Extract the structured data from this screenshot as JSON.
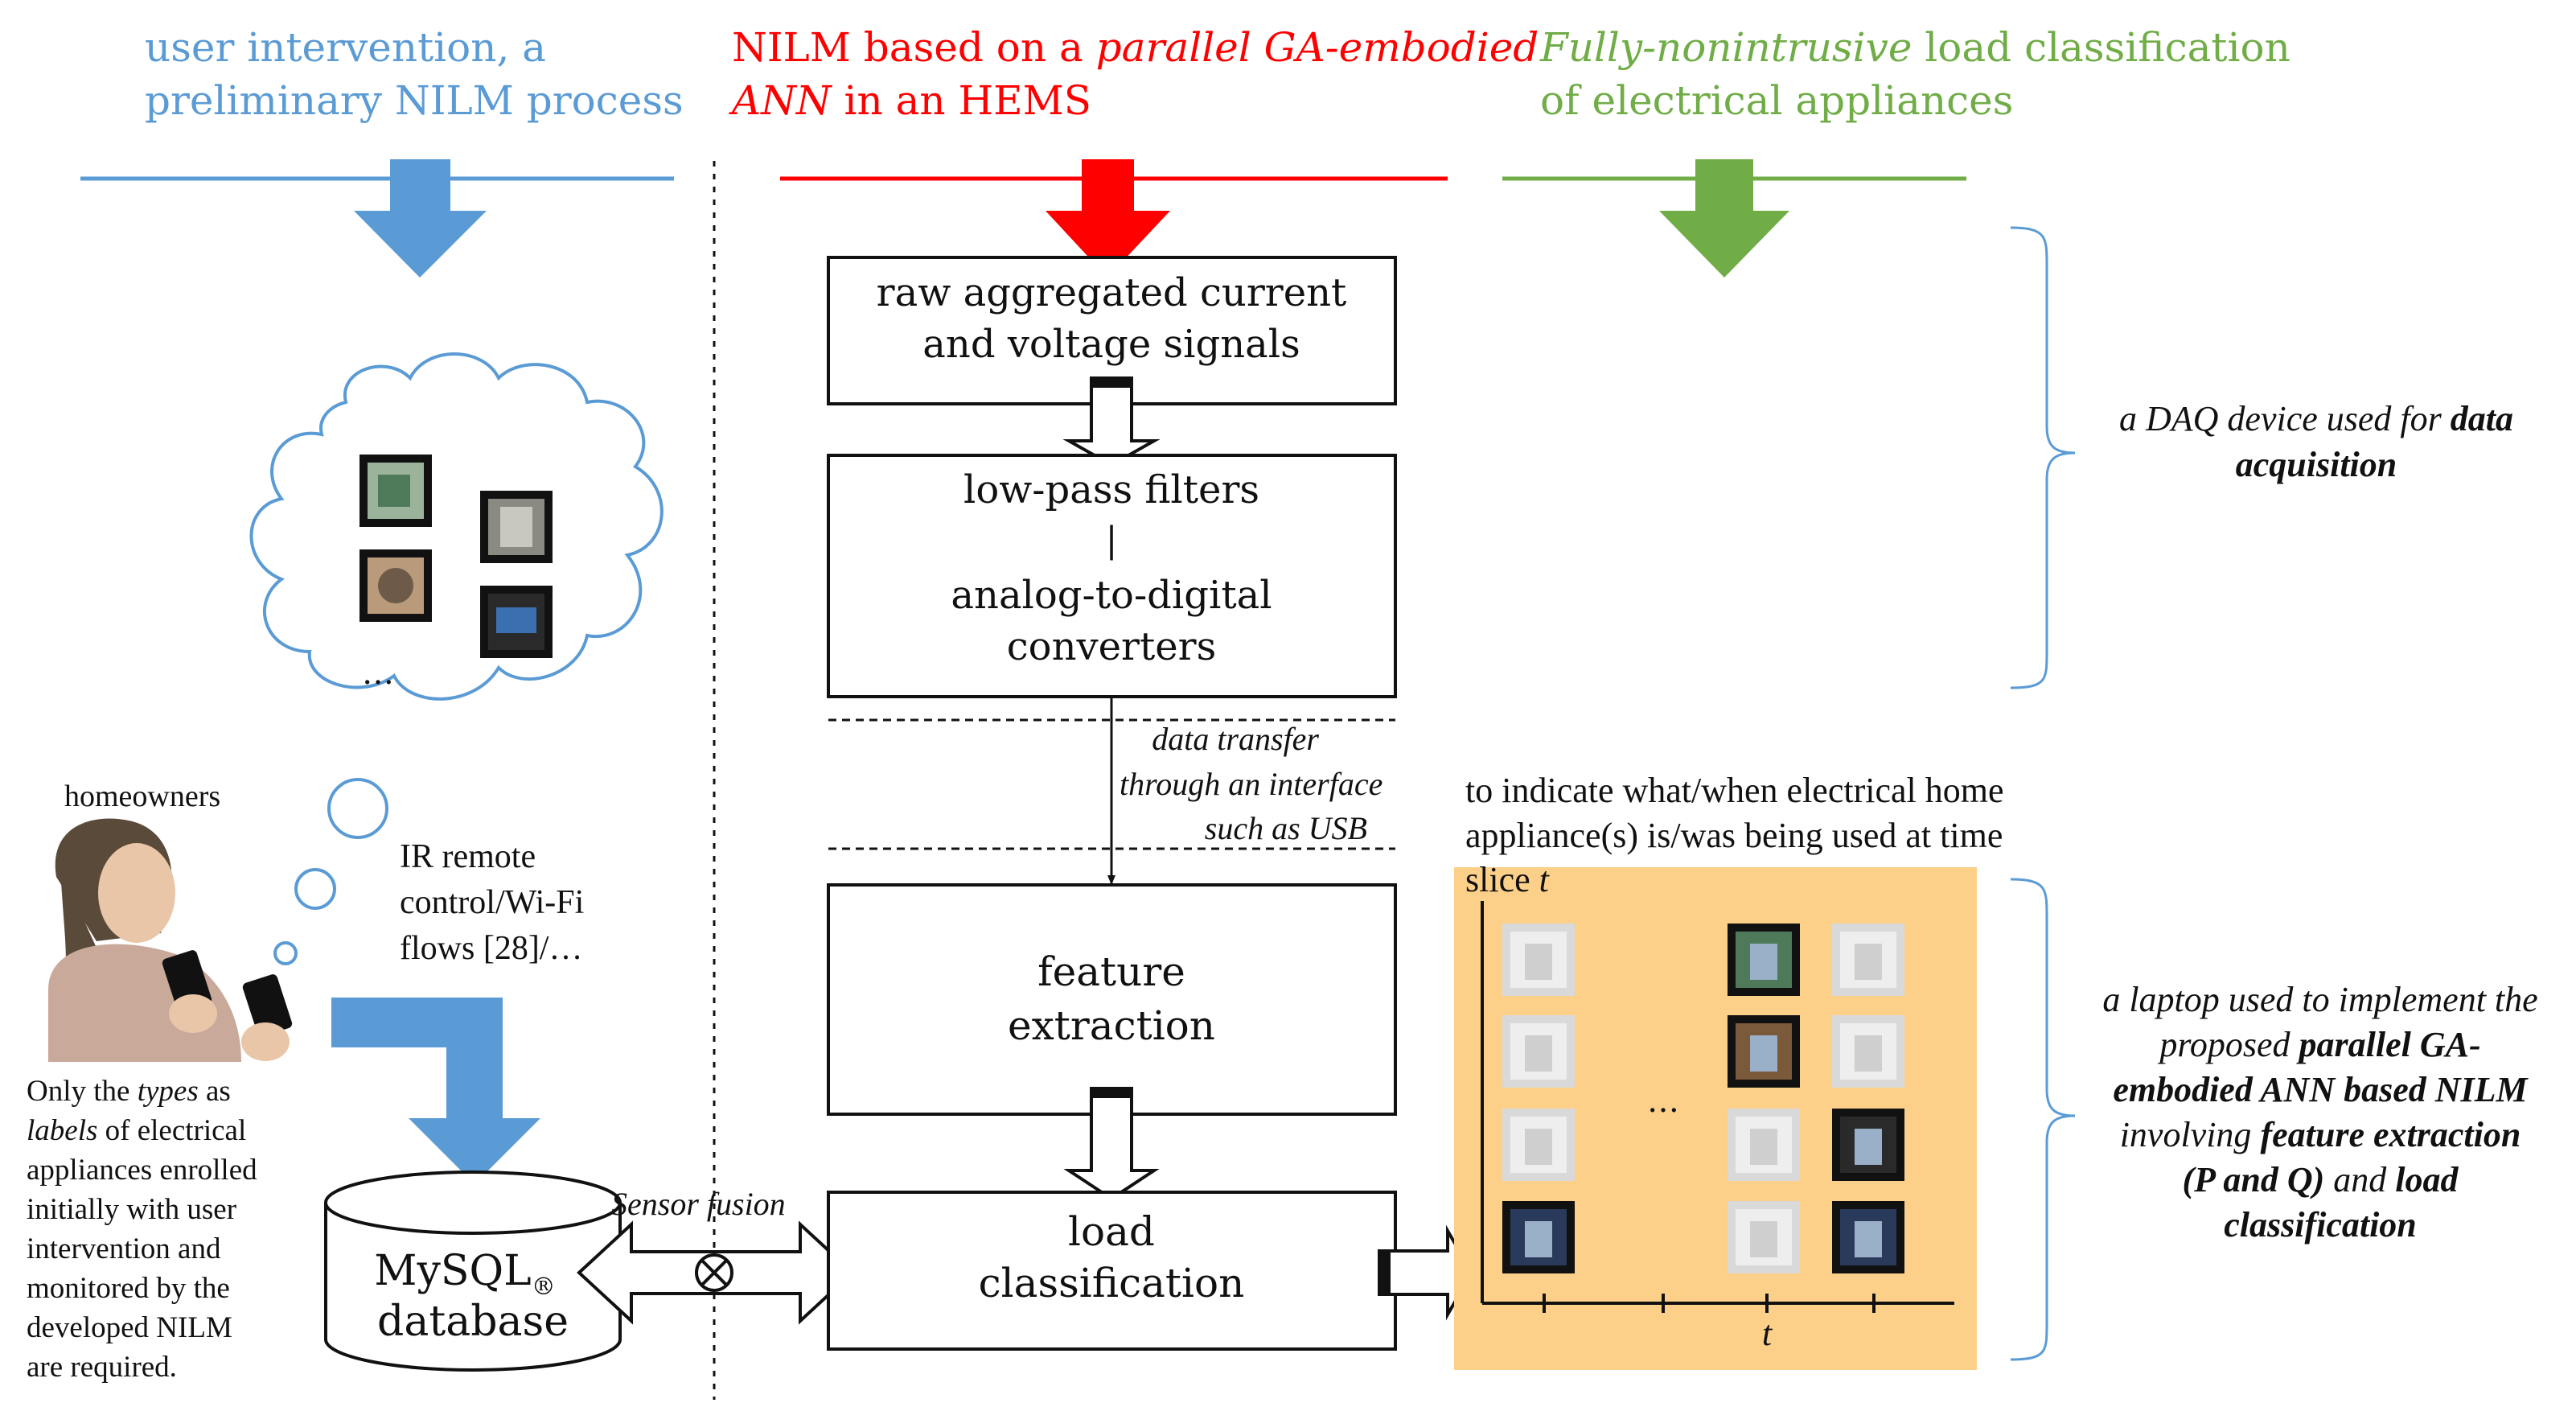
{
  "colors": {
    "blue": "#5b9bd5",
    "red": "#ff0000",
    "green": "#70ad47",
    "panel": "#fdd08a",
    "black": "#111111",
    "gray": "#bfbfbf"
  },
  "headers": {
    "left": {
      "line1": "user intervention, a",
      "line2": "preliminary NILM process"
    },
    "middle": {
      "line1_pre": "NILM based on a ",
      "line1_it": "parallel GA-embodied",
      "line2_it": "ANN",
      "line2_post": " in an HEMS"
    },
    "right": {
      "line1_it": "Fully-nonintrusive",
      "line1_post": " load classification",
      "line2": "of electrical appliances"
    }
  },
  "left": {
    "homeowners": "homeowners",
    "thought_ellipsis": "…",
    "ir_line1": "IR remote",
    "ir_line2": "control/Wi-Fi",
    "ir_line3": "flows [28]/…",
    "note": {
      "l1_pre": "Only the ",
      "l1_it": "types",
      "l1_post": " as",
      "l2_it": "labels",
      "l2_post": " of electrical",
      "l3": "appliances enrolled",
      "l4": "initially with user",
      "l5": "intervention and",
      "l6": "monitored by the",
      "l7": "developed NILM",
      "l8": "are required."
    },
    "db_line1": "MySQL",
    "db_reg": "®",
    "db_line2": "database",
    "sensor_fusion": "Sensor fusion"
  },
  "middle": {
    "box1_line1": "raw aggregated current",
    "box1_line2": "and voltage signals",
    "box2_line1": "low-pass filters",
    "box2_sep": "|",
    "box2_line2": "analog-to-digital",
    "box2_line3": "converters",
    "transfer_line1": "data transfer",
    "transfer_line2": "through an interface",
    "transfer_line3": "such as USB",
    "box3_line1": "feature",
    "box3_line2": "extraction",
    "box4_line1": "load",
    "box4_line2": "classification"
  },
  "right": {
    "indicate_line1": "to indicate what/when electrical home",
    "indicate_line2": "appliance(s) is/was being used at time",
    "indicate_line3_pre": "slice ",
    "indicate_line3_it": "t",
    "grid_ellipsis": "…",
    "axis_t": "t",
    "grid_states": [
      [
        false,
        true,
        false
      ],
      [
        false,
        true,
        false
      ],
      [
        false,
        false,
        true
      ],
      [
        true,
        false,
        true
      ]
    ]
  },
  "annotations": {
    "daq_l1_it": "a DAQ device used for ",
    "daq_l1_b": "data",
    "daq_l2_b": "acquisition",
    "lap_l1": "a laptop used to implement the",
    "lap_l2_it": "proposed ",
    "lap_l2_b": "parallel GA-",
    "lap_l3_b": "embodied ANN based NILM",
    "lap_l4_it": "involving ",
    "lap_l4_b": "feature extraction",
    "lap_l5_b": "(P and Q)",
    "lap_l5_it": " and ",
    "lap_l5_b2": "load",
    "lap_l6_b": "classification"
  }
}
